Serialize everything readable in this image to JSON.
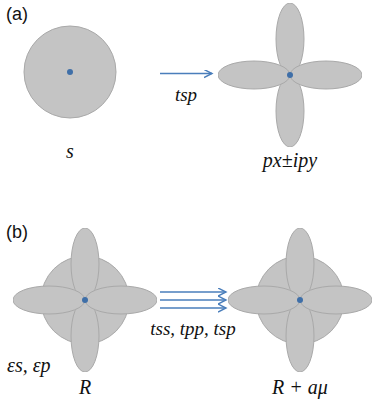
{
  "diagram": {
    "nodes": [
      {
        "text": [
          "s"
        ]
      },
      {
        "text": [
          "px±ipy"
        ]
      },
      {
        "text": [
          "εs, εp",
          "R"
        ]
      },
      {
        "text": [
          "R + aμ"
        ]
      }
    ],
    "edges": [
      {
        "from": 0,
        "to": 1,
        "arrow": "to",
        "label": "tsp"
      },
      {
        "from": 2,
        "to": 3,
        "arrow": "to"
      },
      {
        "from": 2,
        "to": 3,
        "arrow": "to"
      },
      {
        "from": 2,
        "to": 3,
        "arrow": "to",
        "label": "tss, tpp, tsp"
      }
    ],
    "labels": [
      "(a)",
      "(b)"
    ]
  }
}
